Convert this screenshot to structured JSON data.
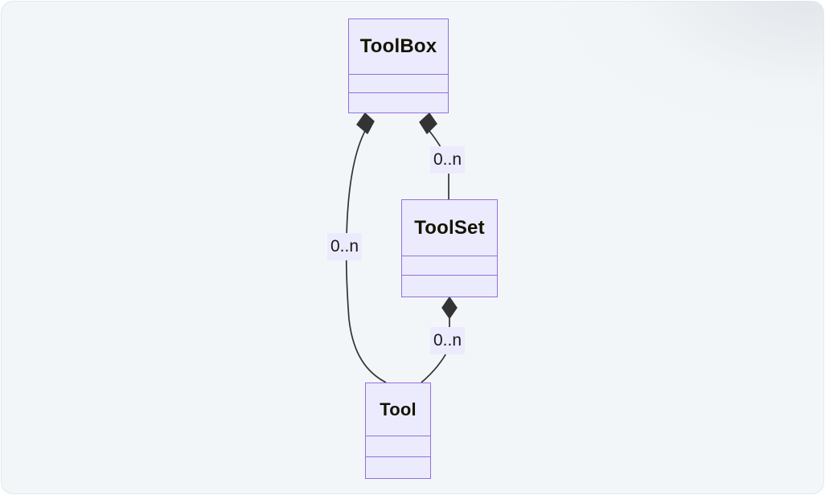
{
  "diagram": {
    "type": "uml-class-diagram",
    "background_color": "#f2f6f8",
    "node_fill": "#ecebfd",
    "node_border": "#9370db",
    "edge_color": "#333333",
    "classes": [
      {
        "id": "toolbox",
        "name": "ToolBox",
        "compartments": [
          "",
          ""
        ]
      },
      {
        "id": "toolset",
        "name": "ToolSet",
        "compartments": [
          "",
          ""
        ]
      },
      {
        "id": "tool",
        "name": "Tool",
        "compartments": [
          "",
          ""
        ]
      }
    ],
    "relationships": [
      {
        "id": "toolbox-tool",
        "from": "ToolBox",
        "to": "Tool",
        "kind": "composition",
        "multiplicity": "0..n"
      },
      {
        "id": "toolbox-toolset",
        "from": "ToolBox",
        "to": "ToolSet",
        "kind": "composition",
        "multiplicity": "0..n"
      },
      {
        "id": "toolset-tool",
        "from": "ToolSet",
        "to": "Tool",
        "kind": "composition",
        "multiplicity": "0..n"
      }
    ]
  }
}
